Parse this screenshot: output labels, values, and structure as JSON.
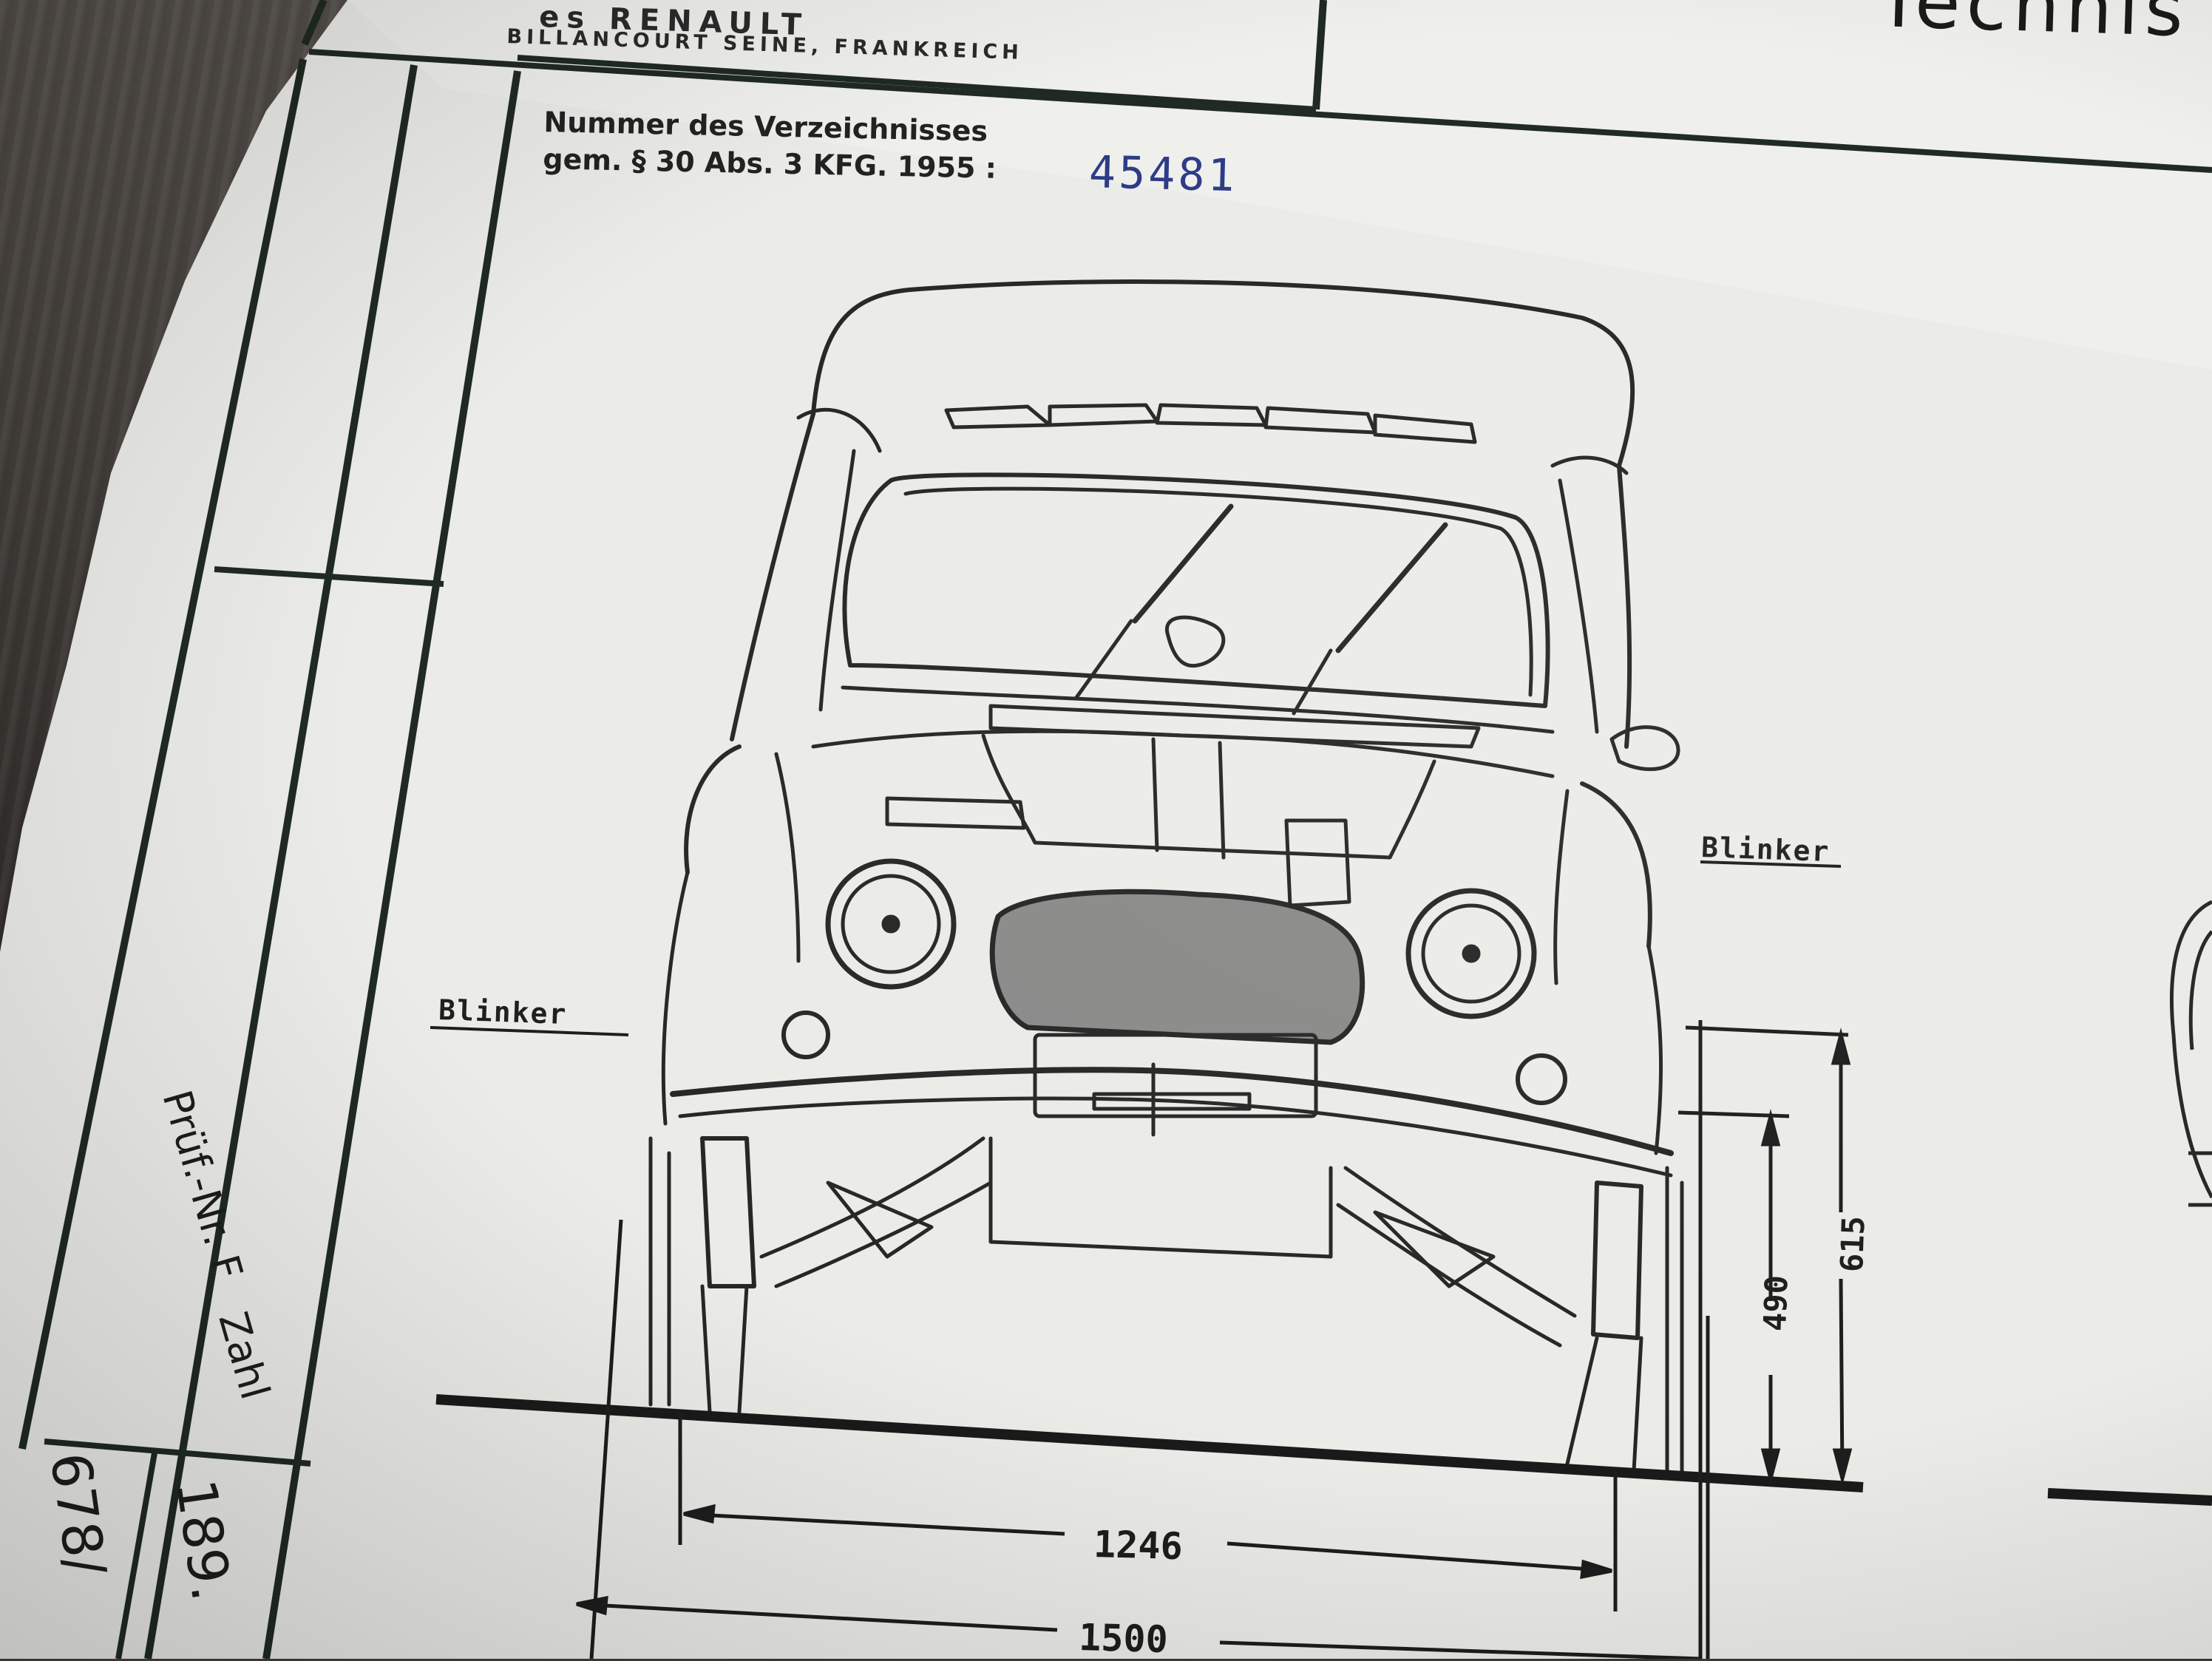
{
  "header": {
    "company_partial": "es RENAULT",
    "address": "BILLANCOURT SEINE, FRANKREICH",
    "right_heading_partial": "Technis"
  },
  "registration": {
    "label_line1": "Nummer des Verzeichnisses",
    "label_line2": "gem. § 30 Abs. 3 KFG. 1955 :",
    "number": "45481",
    "number_color": "#2d3a86"
  },
  "drawing": {
    "subject": "car-front-elevation",
    "callout_left": "Blinker",
    "callout_right": "Blinker",
    "dimensions": {
      "track_front": "1246",
      "overall_width": "1500",
      "height_a": "490",
      "height_b": "615"
    }
  },
  "margin": {
    "pruef_label": "Prüf.-Nr. F",
    "pruef_value": "678/",
    "zahl_label": "Zahl",
    "zahl_value": "189."
  }
}
